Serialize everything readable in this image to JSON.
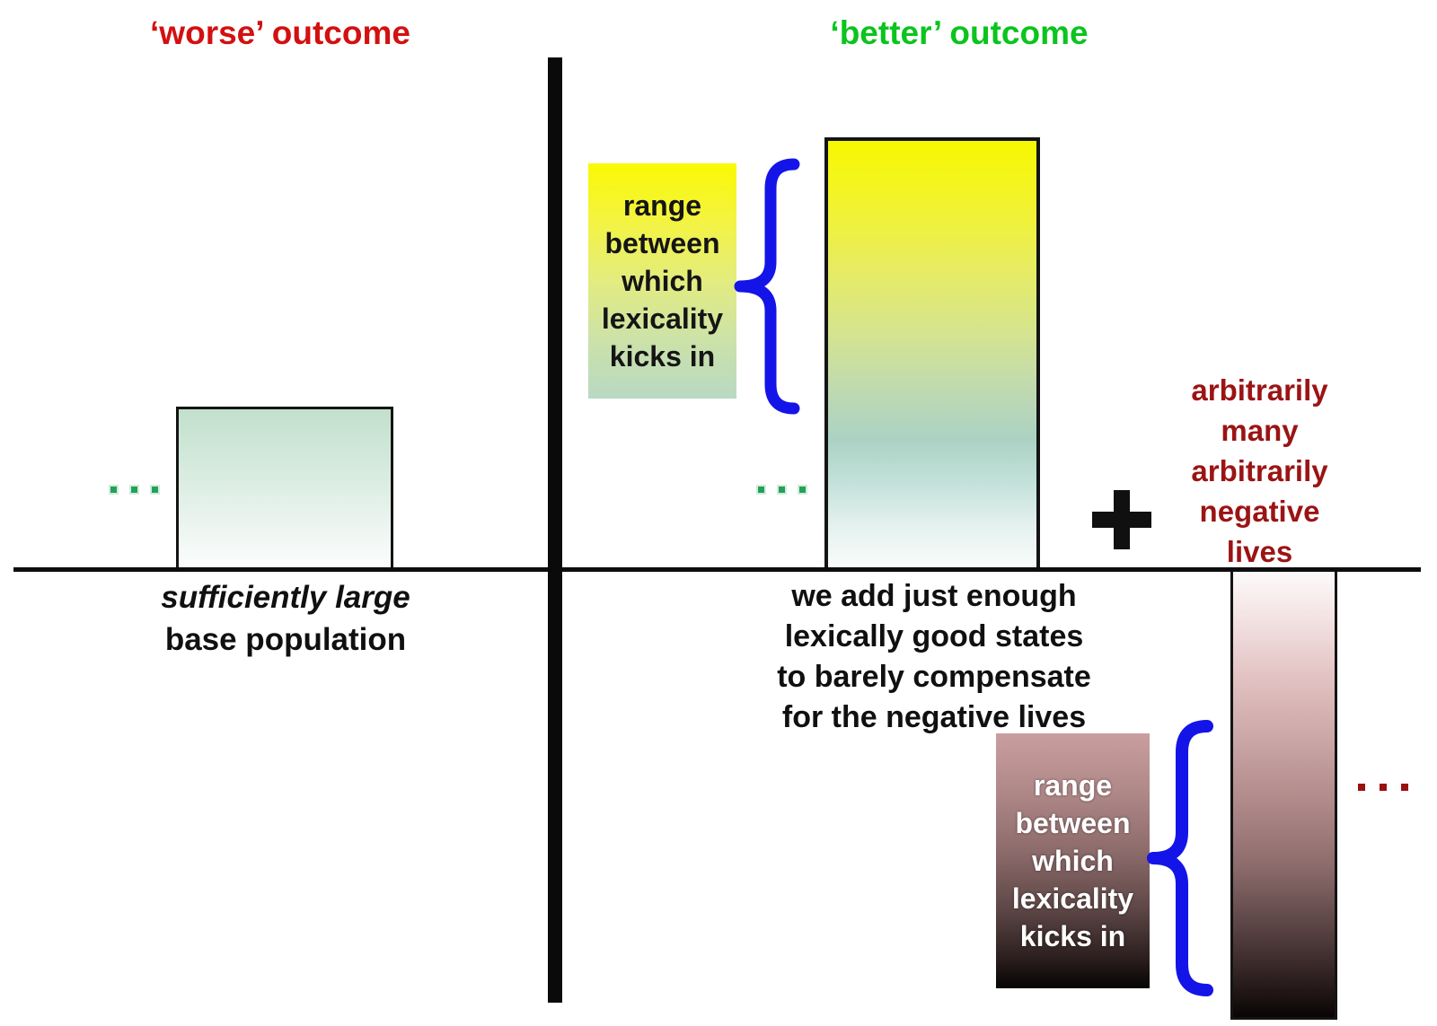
{
  "titles": {
    "worse": "‘worse’ outcome",
    "better": "‘better’ outcome"
  },
  "colors": {
    "worse_title_red": "#d31010",
    "better_title_green": "#0bc41e",
    "brace_blue": "#1414e8",
    "negative_caption_red": "#9b1414",
    "green_dot": "#21a258",
    "dark_red_dot": "#9b0f0f",
    "tall_bar_top_yellow": "#f7f701",
    "tall_bar_mid_teal": "#abd2c4",
    "base_bar_green": "#c2e0cd",
    "negative_bar_pink": "#cba6a6",
    "negative_bar_bottom_black": "#0a0505",
    "line_black": "#0d0d0d"
  },
  "worse_panel": {
    "ellipsis": "...",
    "caption_line1": "sufficiently large",
    "caption_line2": "base population"
  },
  "better_panel": {
    "ellipsis": "...",
    "upper_range_label": {
      "lines": [
        "range",
        "between",
        "which",
        "lexicality",
        "kicks in"
      ]
    },
    "plus_symbol": "+",
    "negative_lives_label": {
      "lines": [
        "arbitrarily",
        "many",
        "arbitrarily",
        "negative",
        "lives"
      ]
    },
    "compensate_caption": {
      "lines": [
        "we add just enough",
        "lexically good states",
        "to barely compensate",
        "for the negative lives"
      ]
    },
    "lower_range_label": {
      "lines": [
        "range",
        "between",
        "which",
        "lexicality",
        "kicks in"
      ]
    },
    "negative_ellipsis": "..."
  }
}
